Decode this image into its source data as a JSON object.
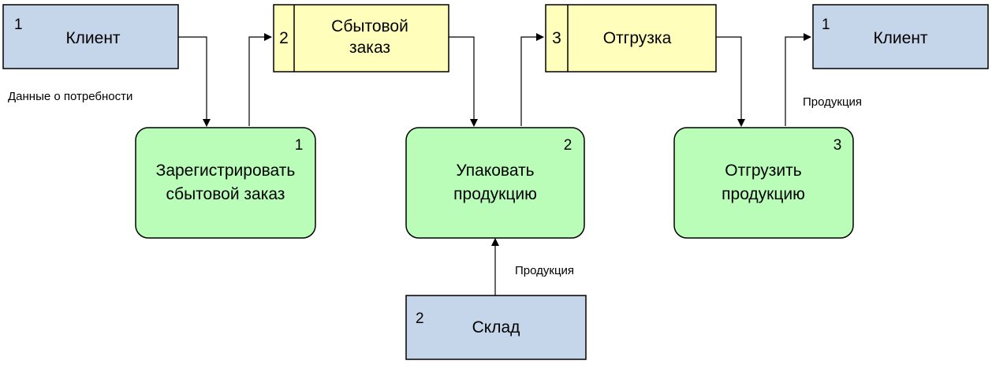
{
  "colors": {
    "entity_fill": "#c5d5ea",
    "store_fill": "#ffffbb",
    "process_fill": "#b9fdb9",
    "stroke": "#000000"
  },
  "entities": {
    "client_left": {
      "number": "1",
      "name": "Клиент"
    },
    "client_right": {
      "number": "1",
      "name": "Клиент"
    },
    "warehouse": {
      "number": "2",
      "name": "Склад"
    }
  },
  "stores": {
    "sales_order": {
      "number": "2",
      "name_line1": "Сбытовой",
      "name_line2": "заказ"
    },
    "shipment": {
      "number": "3",
      "name": "Отгрузка"
    }
  },
  "processes": {
    "register_order": {
      "number": "1",
      "line1": "Зарегистрировать",
      "line2": "сбытовой заказ"
    },
    "pack_products": {
      "number": "2",
      "line1": "Упаковать",
      "line2": "продукцию"
    },
    "ship_products": {
      "number": "3",
      "line1": "Отгрузить",
      "line2": "продукцию"
    }
  },
  "flows": {
    "demand_data": "Данные о потребности",
    "products_from_warehouse": "Продукция",
    "products_to_client": "Продукция"
  }
}
